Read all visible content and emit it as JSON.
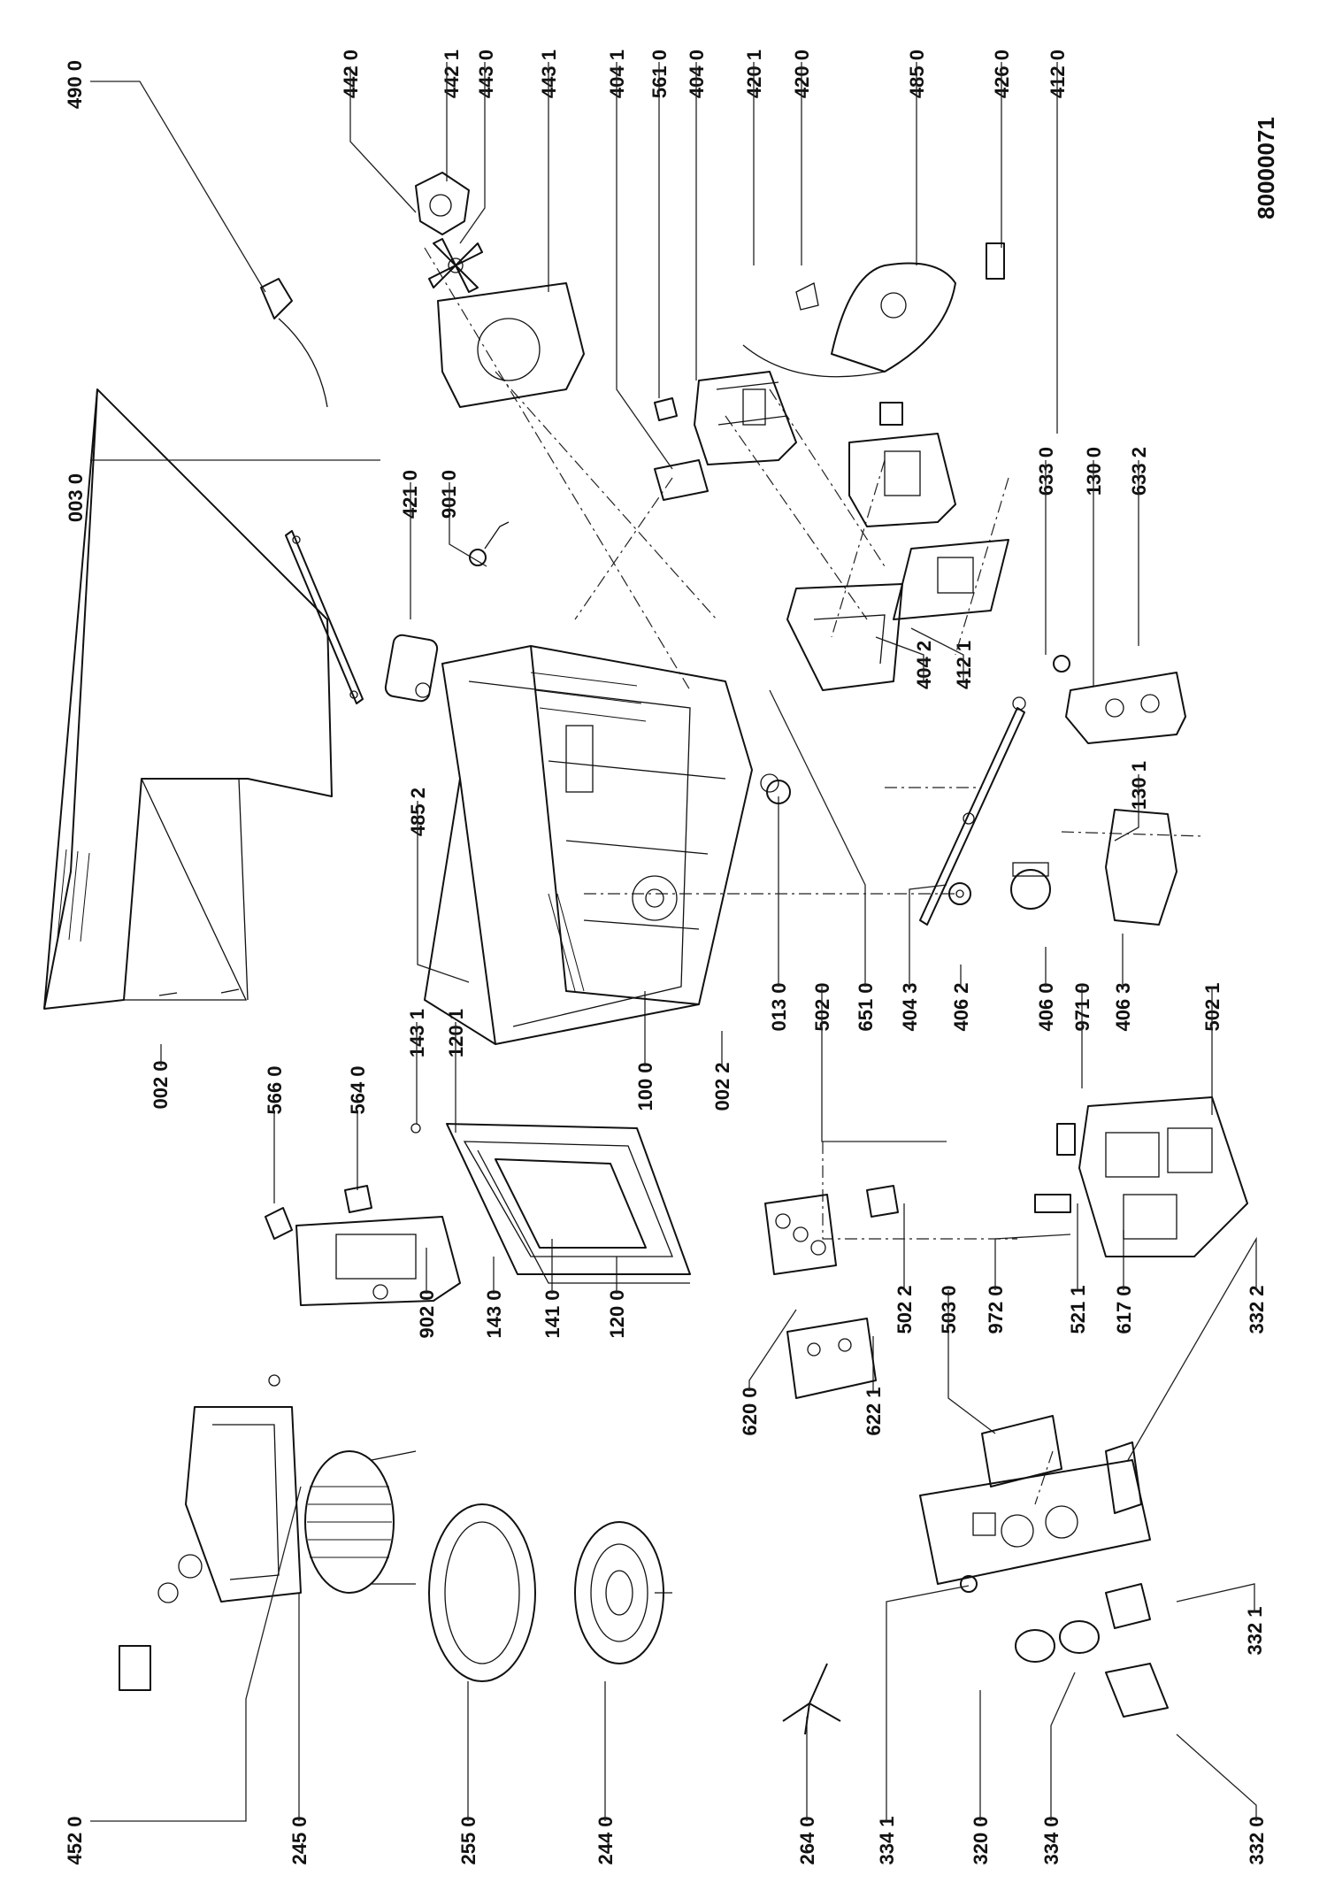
{
  "document": {
    "drawing_number": "80000071",
    "orientation_note_rotated": true
  },
  "callouts": [
    {
      "id": "c-490",
      "label": "490 0"
    },
    {
      "id": "c-442-0",
      "label": "442 0"
    },
    {
      "id": "c-442-1",
      "label": "442 1"
    },
    {
      "id": "c-443-0",
      "label": "443 0"
    },
    {
      "id": "c-443-1",
      "label": "443 1"
    },
    {
      "id": "c-404-1",
      "label": "404 1"
    },
    {
      "id": "c-561",
      "label": "561 0"
    },
    {
      "id": "c-404-0",
      "label": "404 0"
    },
    {
      "id": "c-420-1",
      "label": "420 1"
    },
    {
      "id": "c-420-0",
      "label": "420 0"
    },
    {
      "id": "c-485-0",
      "label": "485 0"
    },
    {
      "id": "c-426",
      "label": "426 0"
    },
    {
      "id": "c-412-0",
      "label": "412 0"
    },
    {
      "id": "c-003",
      "label": "003 0"
    },
    {
      "id": "c-421",
      "label": "421 0"
    },
    {
      "id": "c-901",
      "label": "901 0"
    },
    {
      "id": "c-633-0",
      "label": "633 0"
    },
    {
      "id": "c-130-0",
      "label": "130 0"
    },
    {
      "id": "c-633-2",
      "label": "633 2"
    },
    {
      "id": "c-485-2",
      "label": "485 2"
    },
    {
      "id": "c-404-2",
      "label": "404 2"
    },
    {
      "id": "c-412-1",
      "label": "412 1"
    },
    {
      "id": "c-130-1",
      "label": "130 1"
    },
    {
      "id": "c-143-1",
      "label": "143 1"
    },
    {
      "id": "c-120-1",
      "label": "120 1"
    },
    {
      "id": "c-002-0",
      "label": "002 0"
    },
    {
      "id": "c-566",
      "label": "566 0"
    },
    {
      "id": "c-564",
      "label": "564 0"
    },
    {
      "id": "c-100",
      "label": "100 0"
    },
    {
      "id": "c-002-2",
      "label": "002 2"
    },
    {
      "id": "c-013",
      "label": "013 0"
    },
    {
      "id": "c-502-0",
      "label": "502 0"
    },
    {
      "id": "c-651",
      "label": "651 0"
    },
    {
      "id": "c-404-3",
      "label": "404 3"
    },
    {
      "id": "c-406-2",
      "label": "406 2"
    },
    {
      "id": "c-406-0",
      "label": "406 0"
    },
    {
      "id": "c-971",
      "label": "971 0"
    },
    {
      "id": "c-406-3",
      "label": "406 3"
    },
    {
      "id": "c-502-1",
      "label": "502 1"
    },
    {
      "id": "c-902",
      "label": "902 0"
    },
    {
      "id": "c-143-0",
      "label": "143 0"
    },
    {
      "id": "c-141",
      "label": "141 0"
    },
    {
      "id": "c-120-0",
      "label": "120 0"
    },
    {
      "id": "c-620",
      "label": "620 0"
    },
    {
      "id": "c-622-1",
      "label": "622 1"
    },
    {
      "id": "c-502-2",
      "label": "502 2"
    },
    {
      "id": "c-503",
      "label": "503 0"
    },
    {
      "id": "c-972",
      "label": "972 0"
    },
    {
      "id": "c-521-1",
      "label": "521 1"
    },
    {
      "id": "c-617",
      "label": "617 0"
    },
    {
      "id": "c-332-2",
      "label": "332 2"
    },
    {
      "id": "c-452",
      "label": "452 0"
    },
    {
      "id": "c-245",
      "label": "245 0"
    },
    {
      "id": "c-255",
      "label": "255 0"
    },
    {
      "id": "c-244",
      "label": "244 0"
    },
    {
      "id": "c-264",
      "label": "264 0"
    },
    {
      "id": "c-334-1",
      "label": "334 1"
    },
    {
      "id": "c-320",
      "label": "320 0"
    },
    {
      "id": "c-334-0",
      "label": "334 0"
    },
    {
      "id": "c-332-1",
      "label": "332 1"
    },
    {
      "id": "c-332-0",
      "label": "332 0"
    }
  ]
}
